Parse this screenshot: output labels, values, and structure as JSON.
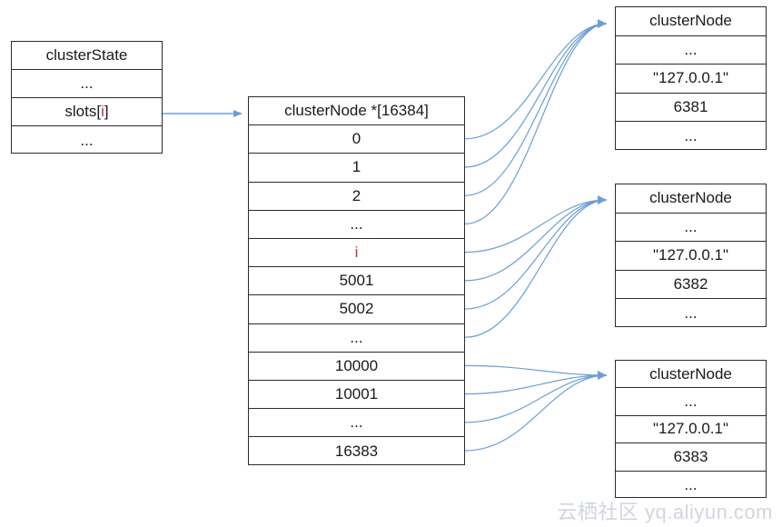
{
  "cluster_state": {
    "title": "clusterState",
    "rows": [
      "...",
      "slots[i]",
      "..."
    ],
    "slots_prefix": "slots[",
    "slots_index": "i",
    "slots_suffix": "]"
  },
  "slots_array": {
    "title": "clusterNode *[16384]",
    "rows": [
      "0",
      "1",
      "2",
      "...",
      "i",
      "5001",
      "5002",
      "...",
      "10000",
      "10001",
      "...",
      "16383"
    ],
    "highlight_row": "i"
  },
  "nodes": [
    {
      "title": "clusterNode",
      "rows": [
        "...",
        "\"127.0.0.1\"",
        "6381",
        "..."
      ]
    },
    {
      "title": "clusterNode",
      "rows": [
        "...",
        "\"127.0.0.1\"",
        "6382",
        "..."
      ]
    },
    {
      "title": "clusterNode",
      "rows": [
        "...",
        "\"127.0.0.1\"",
        "6383",
        "..."
      ]
    }
  ],
  "connections": [
    {
      "from_rows": [
        0,
        1,
        2,
        3
      ],
      "to_node": 0
    },
    {
      "from_rows": [
        4,
        5,
        6,
        7
      ],
      "to_node": 1
    },
    {
      "from_rows": [
        8,
        9,
        10,
        11
      ],
      "to_node": 2
    }
  ],
  "watermark": "云栖社区 yq.aliyun.com",
  "colors": {
    "arrow": "#6d9ed3",
    "border": "#2b2b2b",
    "highlight": "#b23a3a"
  }
}
